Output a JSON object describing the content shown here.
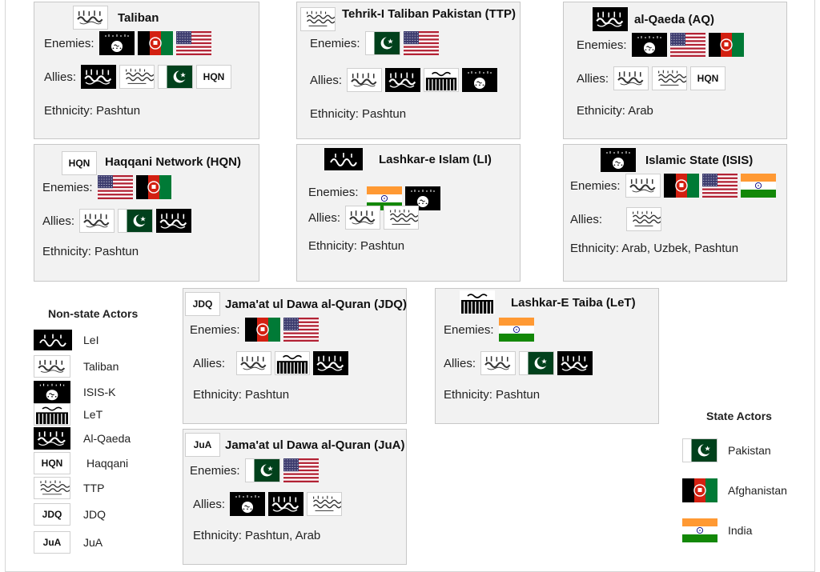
{
  "labels": {
    "enemies": "Enemies:",
    "allies": "Allies:"
  },
  "groups": {
    "taliban": {
      "name": "Taliban",
      "ethnicity": "Ethnicity: Pashtun"
    },
    "ttp": {
      "name": "Tehrik-I Taliban Pakistan  (TTP)",
      "ethnicity": "Ethnicity: Pashtun"
    },
    "aq": {
      "name": "al-Qaeda (AQ)",
      "ethnicity": "Ethnicity: Arab"
    },
    "hqn": {
      "name": "Haqqani Network (HQN)",
      "ethnicity": "Ethnicity: Pashtun"
    },
    "li": {
      "name": "Lashkar-e Islam (LI)",
      "ethnicity": "Ethnicity:  Pashtun"
    },
    "isis": {
      "name": "Islamic State (ISIS)",
      "ethnicity": "Ethnicity: Arab, Uzbek, Pashtun"
    },
    "jdq": {
      "name": "Jama'at ul Dawa al-Quran (JDQ)",
      "ethnicity": "Ethnicity:  Pashtun"
    },
    "let": {
      "name": "Lashkar-E Taiba (LeT)",
      "ethnicity": "Ethnicity: Pashtun"
    },
    "jua": {
      "name": "Jama'at ul Dawa al-Quran (JuA)",
      "ethnicity": "Ethnicity:  Pashtun, Arab"
    }
  },
  "flag_text": {
    "hqn": "HQN",
    "jdq": "JDQ",
    "jua": "JuA"
  },
  "nonstate_legend": {
    "title": "Non-state Actors",
    "items": [
      "LeI",
      "Taliban",
      "ISIS-K",
      "LeT",
      "Al-Qaeda",
      "Haqqani",
      "TTP",
      "JDQ",
      "JuA"
    ]
  },
  "state_legend": {
    "title": "State Actors",
    "items": [
      "Pakistan",
      "Afghanistan",
      "India"
    ]
  },
  "colors": {
    "pakistan_green": "#01411C",
    "afghan_red": "#D32011",
    "afghan_green": "#007A36",
    "india_saffron": "#FF9933",
    "india_green": "#138808",
    "usa_red": "#B22234",
    "usa_blue": "#3C3B6E",
    "black_flag": "#000000",
    "card_bg": "#f2f2f2"
  }
}
